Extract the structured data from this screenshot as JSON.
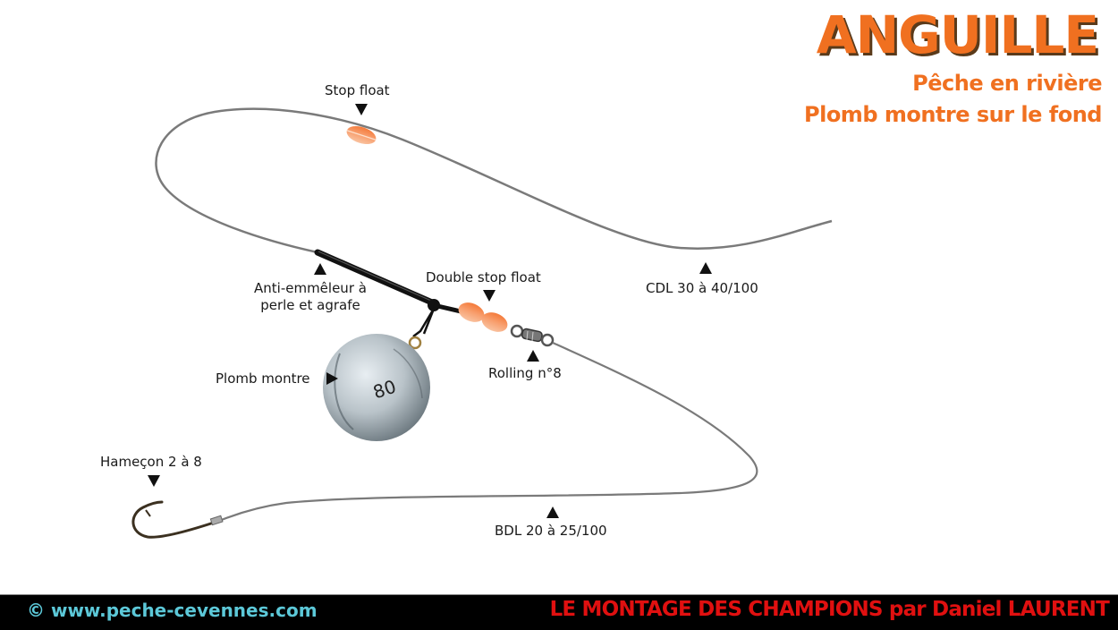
{
  "header": {
    "title": "ANGUILLE",
    "subtitle_line1": "Pêche en rivière",
    "subtitle_line2": "Plomb montre sur le fond"
  },
  "labels": {
    "stop_float": "Stop float",
    "anti_tangle_line1": "Anti-emmêleur à",
    "anti_tangle_line2": "perle et agrafe",
    "double_stop_float": "Double stop float",
    "rolling": "Rolling n°8",
    "cdl": "CDL 30 à 40/100",
    "plomb_montre": "Plomb montre",
    "sinker_weight": "80",
    "hook": "Hameçon 2 à 8",
    "bdl": "BDL 20 à 25/100"
  },
  "footer": {
    "website": "© www.peche-cevennes.com",
    "credit": "LE MONTAGE DES CHAMPIONS par Daniel LAURENT"
  },
  "colors": {
    "accent_orange": "#f07020",
    "footer_cyan": "#5cc8d8",
    "footer_red": "#e01010",
    "line_gray": "#7a7a7a",
    "bead_orange": "#f4864a"
  }
}
